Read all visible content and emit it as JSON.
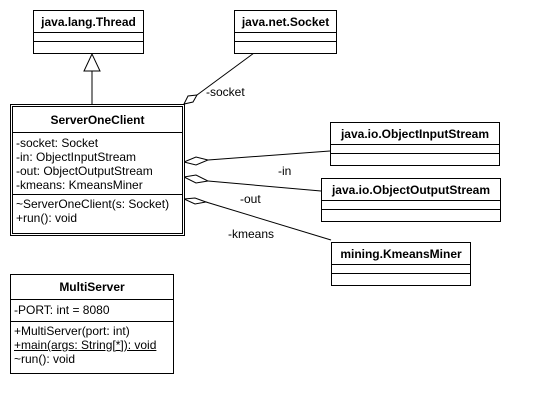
{
  "classes": {
    "thread": {
      "name": "java.lang.Thread"
    },
    "socket": {
      "name": "java.net.Socket"
    },
    "server_one_client": {
      "name": "ServerOneClient",
      "attributes": [
        "-socket: Socket",
        "-in: ObjectInputStream",
        "-out: ObjectOutputStream",
        "-kmeans: KmeansMiner"
      ],
      "methods": [
        "~ServerOneClient(s: Socket)",
        "+run(): void"
      ]
    },
    "object_input_stream": {
      "name": "java.io.ObjectInputStream"
    },
    "object_output_stream": {
      "name": "java.io.ObjectOutputStream"
    },
    "kmeans_miner": {
      "name": "mining.KmeansMiner"
    },
    "multi_server": {
      "name": "MultiServer",
      "attributes": [
        "-PORT: int = 8080"
      ],
      "methods": [
        "+MultiServer(port: int)",
        "+main(args: String[*]): void",
        "~run(): void"
      ]
    }
  },
  "associations": {
    "socket": "-socket",
    "in": "-in",
    "out": "-out",
    "kmeans": "-kmeans"
  }
}
